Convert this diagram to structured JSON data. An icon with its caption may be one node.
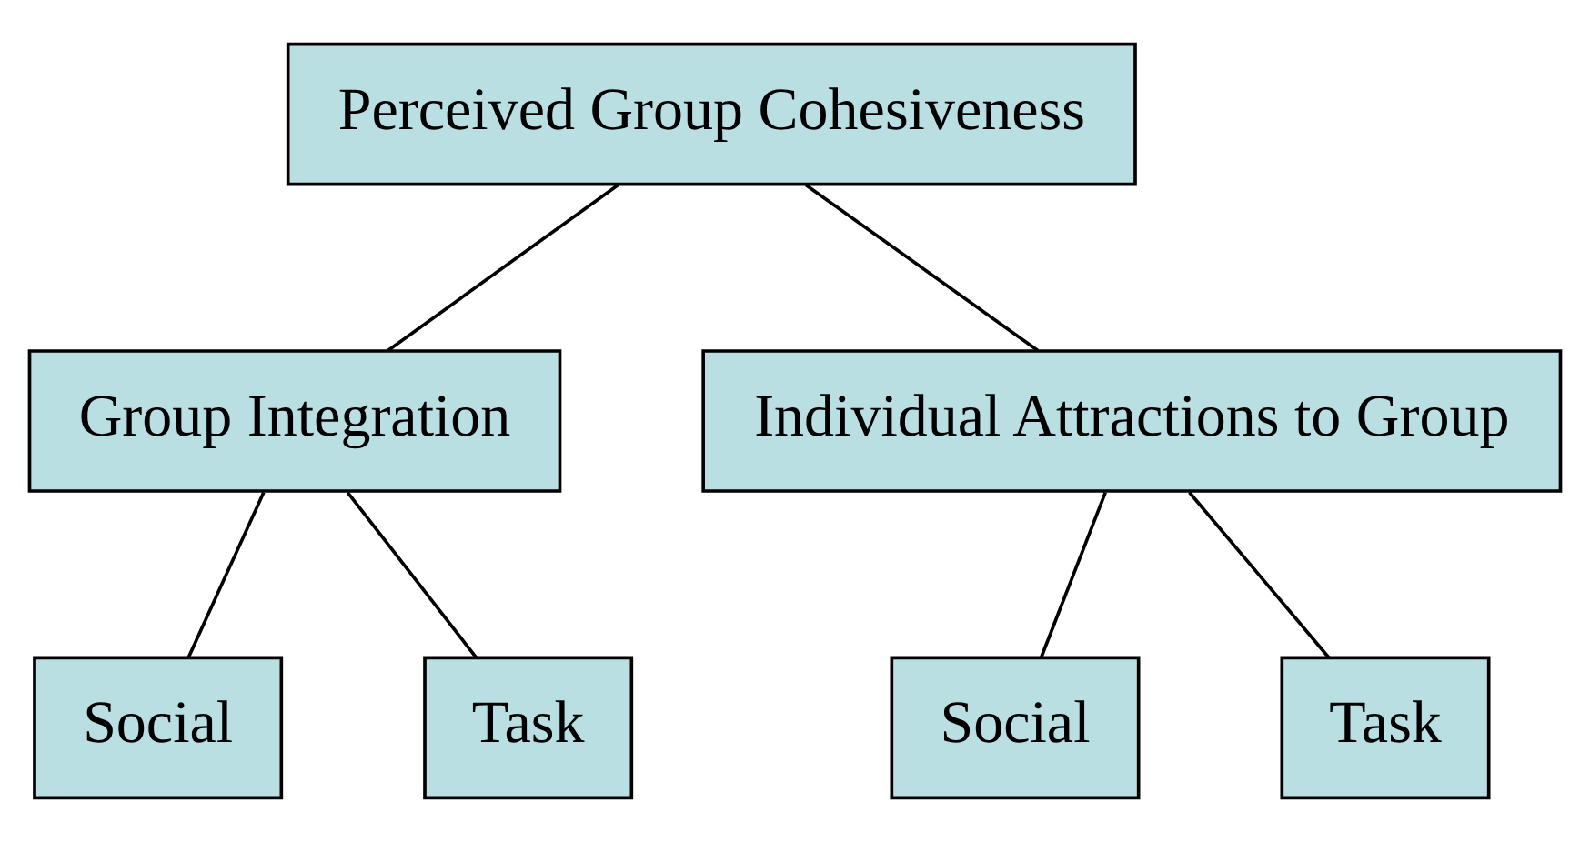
{
  "diagram": {
    "nodes": [
      {
        "text": [
          "Perceived Group Cohesiveness"
        ]
      },
      {
        "text": [
          "Group Integration"
        ]
      },
      {
        "text": [
          "Individual Attractions to Group"
        ]
      },
      {
        "text": [
          "Social"
        ]
      },
      {
        "text": [
          "Task"
        ]
      },
      {
        "text": [
          "Social"
        ]
      },
      {
        "text": [
          "Task"
        ]
      }
    ],
    "edges": [
      {
        "from": 0,
        "to": 1,
        "arrow": "none"
      },
      {
        "from": 0,
        "to": 2,
        "arrow": "none"
      },
      {
        "from": 1,
        "to": 3,
        "arrow": "none"
      },
      {
        "from": 1,
        "to": 4,
        "arrow": "none"
      },
      {
        "from": 2,
        "to": 5,
        "arrow": "none"
      },
      {
        "from": 2,
        "to": 6,
        "arrow": "none"
      }
    ]
  }
}
